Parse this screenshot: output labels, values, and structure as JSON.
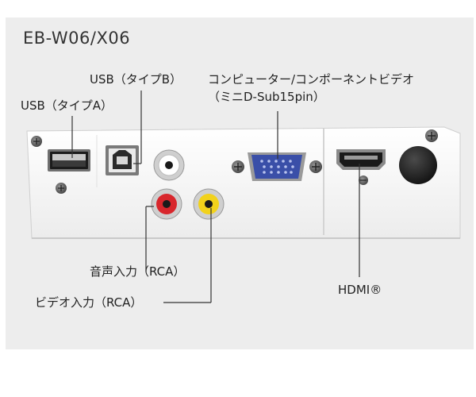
{
  "title": "EB-W06/X06",
  "labels": {
    "usb_type_b": "USB（タイプB）",
    "usb_type_a": "USB（タイプA）",
    "computer_line1": "コンピューター/コンポーネントビデオ",
    "computer_line2": "（ミニD-Sub15pin）",
    "audio_in": "音声入力（RCA）",
    "video_in": "ビデオ入力（RCA）",
    "hdmi": "HDMI®"
  },
  "colors": {
    "background": "#ededed",
    "panel": "#f7f7f7",
    "vga_blue": "#3a4fa8",
    "rca_red": "#d8262c",
    "rca_yellow": "#f2d21b",
    "rca_white": "#ffffff",
    "leader_line": "#333333"
  },
  "icons": [
    "usb-a-port-icon",
    "usb-b-port-icon",
    "vga-port-icon",
    "hdmi-port-icon",
    "rca-jack-icon",
    "screw-icon"
  ]
}
